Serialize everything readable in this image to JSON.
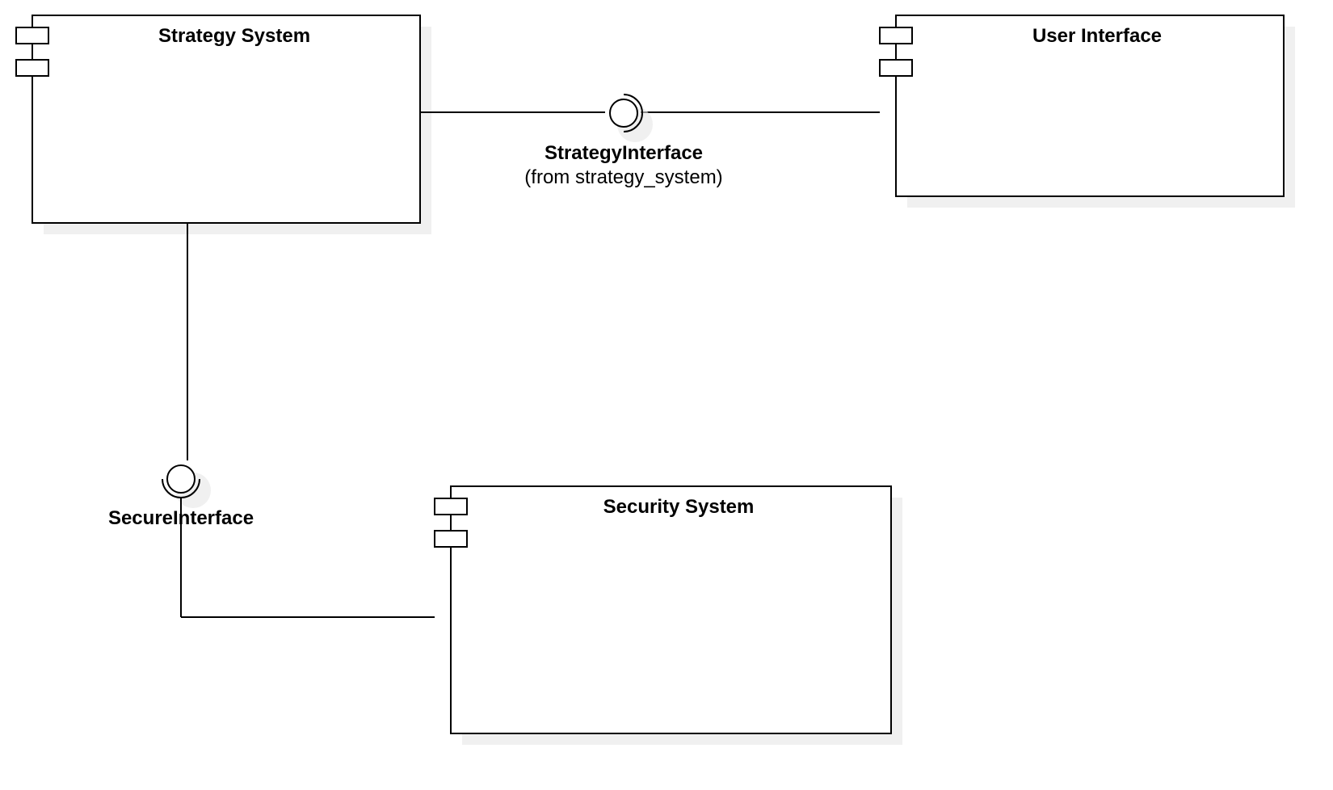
{
  "diagram": {
    "components": {
      "strategy_system": {
        "name": "Strategy System"
      },
      "user_interface": {
        "name": "User Interface"
      },
      "security_system": {
        "name": "Security System"
      }
    },
    "interfaces": {
      "strategy_interface": {
        "name": "StrategyInterface",
        "origin": "(from strategy_system)"
      },
      "secure_interface": {
        "name": "SecureInterface"
      }
    }
  },
  "colors": {
    "stroke": "#000000",
    "shadow": "#e6e6e6",
    "background": "#ffffff"
  }
}
